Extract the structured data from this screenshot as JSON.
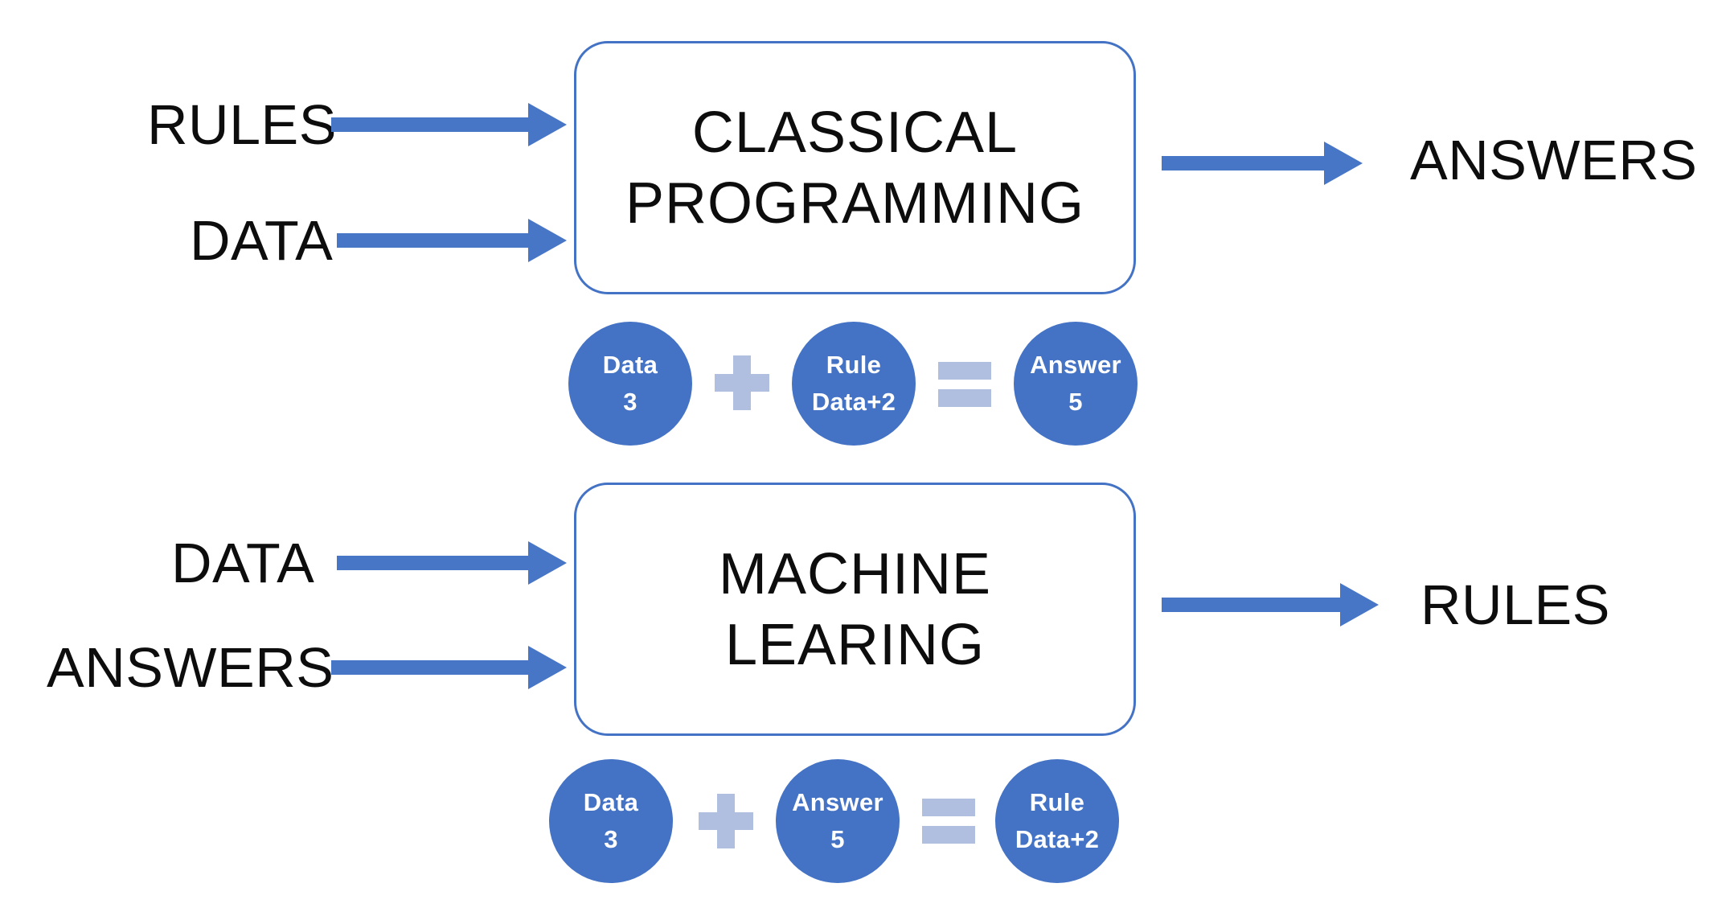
{
  "colors": {
    "accent": "#4472c4",
    "arrow": "#4876c6",
    "operator_light": "#b0bfe0",
    "box_border": "#4472c4",
    "text": "#0d0d0d",
    "circle_text": "#ffffff"
  },
  "top": {
    "inputs": [
      "RULES",
      "DATA"
    ],
    "box_lines": [
      "CLASSICAL",
      "PROGRAMMING"
    ],
    "output": "ANSWERS",
    "equation": {
      "operand1": {
        "name": "Data",
        "value": "3"
      },
      "operator": "+",
      "operand2": {
        "name": "Rule",
        "value": "Data+2"
      },
      "equality": "=",
      "result": {
        "name": "Answer",
        "value": "5"
      }
    }
  },
  "bottom": {
    "inputs": [
      "DATA",
      "ANSWERS"
    ],
    "box_lines": [
      "MACHINE",
      "LEARING"
    ],
    "output": "RULES",
    "equation": {
      "operand1": {
        "name": "Data",
        "value": "3"
      },
      "operator": "+",
      "operand2": {
        "name": "Answer",
        "value": "5"
      },
      "equality": "=",
      "result": {
        "name": "Rule",
        "value": "Data+2"
      }
    }
  }
}
